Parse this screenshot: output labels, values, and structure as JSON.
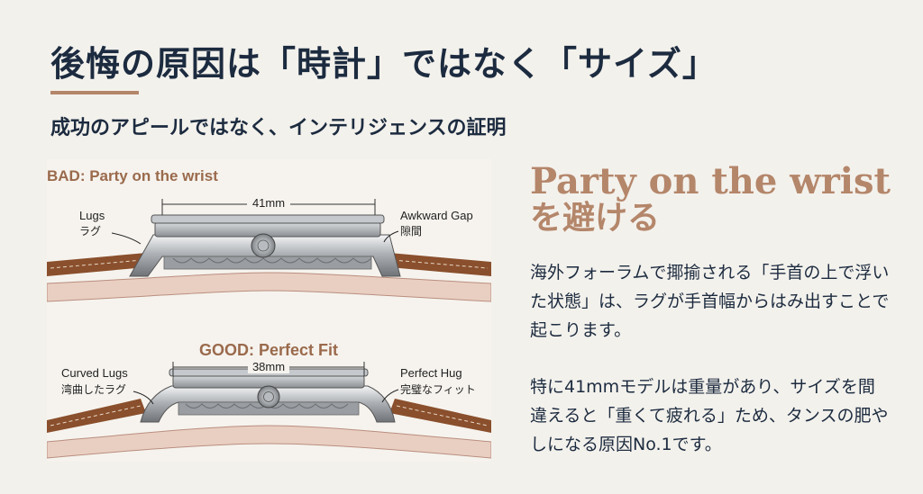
{
  "header": {
    "title": "後悔の原因は「時計」ではなく「サイズ」",
    "subtitle": "成功のアピールではなく、インテリジェンスの証明"
  },
  "illustration": {
    "bad": {
      "heading": "BAD: Party on the wrist",
      "width_label": "41mm",
      "lugs_label_en": "Lugs",
      "lugs_label_ja": "ラグ",
      "gap_label_en": "Awkward Gap",
      "gap_label_ja": "隙間"
    },
    "good": {
      "heading": "GOOD: Perfect Fit",
      "width_label": "38mm",
      "lugs_label_en": "Curved Lugs",
      "lugs_label_ja": "湾曲したラグ",
      "hug_label_en": "Perfect Hug",
      "hug_label_ja": "完璧なフィット"
    }
  },
  "content": {
    "heading_line1": "Party on the wrist",
    "heading_line2": "を避ける",
    "paragraph1": "海外フォーラムで揶揄される「手首の上で浮いた状態」は、ラグが手首幅からはみ出すことで起こります。",
    "paragraph2": "特に41mmモデルは重量があり、サイズを間違えると「重くて疲れる」ため、タンスの肥やしになる原因No.1です。"
  },
  "colors": {
    "background": "#f3f1ec",
    "navy": "#1c2b3f",
    "accent": "#b4866a",
    "strap": "#8a4f2c"
  }
}
